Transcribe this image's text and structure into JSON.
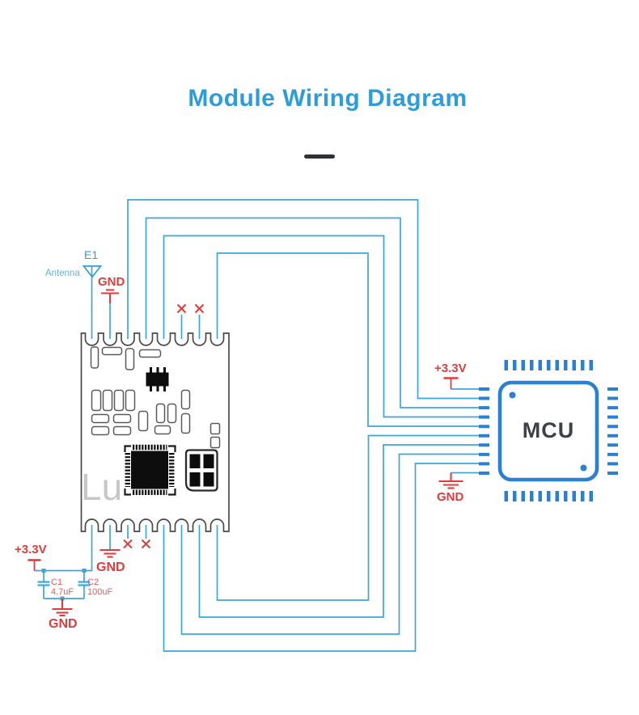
{
  "title": "Module Wiring Diagram",
  "antenna": {
    "ref": "E1",
    "label": "Antenna"
  },
  "module": {
    "watermark": "Lu",
    "gnd_top_label": "GND",
    "gnd_bottom_label": "GND"
  },
  "power_rail": {
    "vcc_label": "+3.3V",
    "gnd_label": "GND",
    "c1": {
      "ref": "C1",
      "value": "4.7uF"
    },
    "c2": {
      "ref": "C2",
      "value": "100uF"
    }
  },
  "mcu": {
    "label": "MCU",
    "vcc_label": "+3.3V",
    "gnd_label": "GND"
  },
  "colors": {
    "title_blue": "#2E9CDB",
    "wire_blue": "#3BA6DC",
    "mcu_blue": "#2A80D5",
    "symbol_red": "#E13C3C",
    "watermark_gray": "#C7C7C7"
  },
  "icons": {
    "antenna": "antenna-icon",
    "ground": "ground-symbol-icon",
    "power": "power-tap-icon",
    "no_connect": "x-mark-icon"
  }
}
